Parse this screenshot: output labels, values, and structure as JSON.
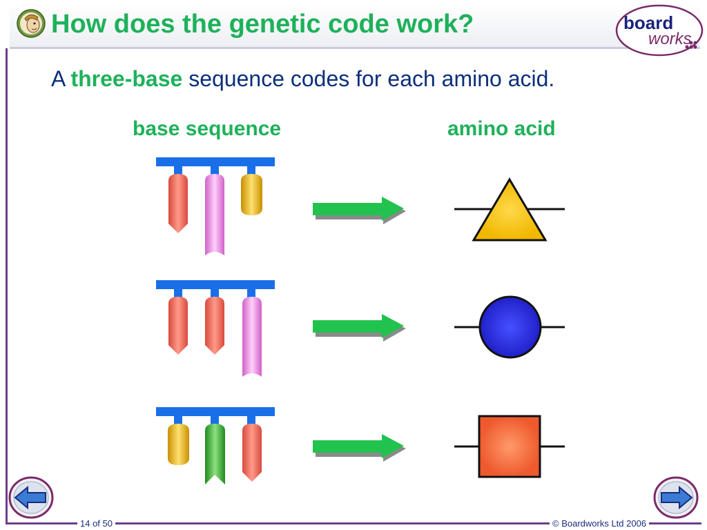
{
  "slide": {
    "title": "How does the genetic code work?",
    "subtitle_prefix": "A ",
    "subtitle_highlight": "three-base",
    "subtitle_suffix": " sequence codes for each amino acid.",
    "column_left": "base sequence",
    "column_right": "amino acid"
  },
  "brand": {
    "line1": "board",
    "line2": "works"
  },
  "footer": {
    "page": "14 of 50",
    "copyright": "© Boardworks Ltd 2006"
  },
  "colors": {
    "title": "#1eb15a",
    "text": "#0b2f7a",
    "frame": "#6b3d8a",
    "backbone": "#1a6fe8",
    "arrow": "#22c24e",
    "red_base": "#f06a5a",
    "pink_base": "#e98ce6",
    "yellow_base": "#e8b820",
    "green_base": "#3db83a",
    "triangle": "#f2c000",
    "circle": "#2a2fd8",
    "square": "#f26b3a"
  },
  "rows": [
    {
      "bases": [
        "red",
        "pink",
        "yellow"
      ],
      "amino_acid": "triangle"
    },
    {
      "bases": [
        "red",
        "red",
        "pink"
      ],
      "amino_acid": "circle"
    },
    {
      "bases": [
        "yellow",
        "green",
        "red"
      ],
      "amino_acid": "square"
    }
  ],
  "icons": {
    "header": "cartoon-face-icon",
    "prev": "back-arrow-icon",
    "next": "forward-arrow-icon"
  }
}
